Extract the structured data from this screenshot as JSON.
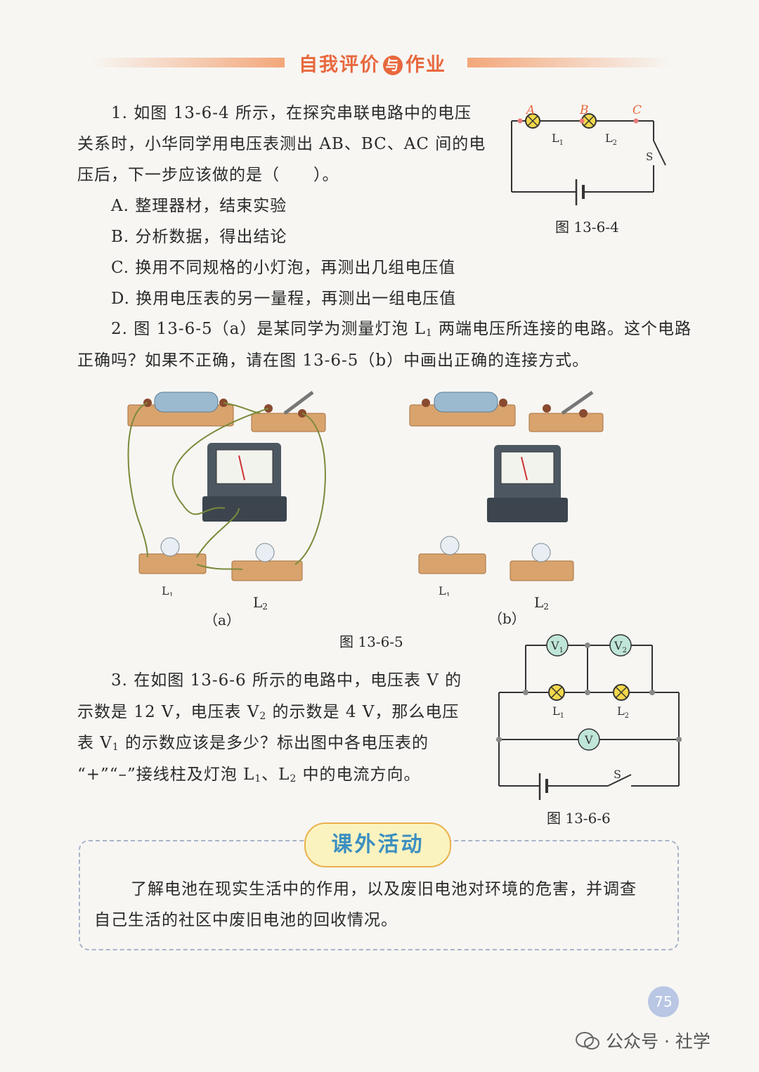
{
  "header": {
    "title_left": "自我评价",
    "title_mid": "与",
    "title_right": "作业"
  },
  "q1": {
    "lines": [
      "1. 如图 13-6-4 所示，在探究串联电路中的电压",
      "关系时，小华同学用电压表测出 AB、BC、AC 间的电",
      "压后，下一步应该做的是（　　）。"
    ],
    "options": [
      "A. 整理器材，结束实验",
      "B. 分析数据，得出结论",
      "C. 换用不同规格的小灯泡，再测出几组电压值",
      "D. 换用电压表的另一量程，再测出一组电压值"
    ]
  },
  "fig1": {
    "caption": "图 13-6-4",
    "label_a": "A",
    "label_b": "B",
    "label_c": "C",
    "label_l1": "L",
    "label_l1_sub": "1",
    "label_l2": "L",
    "label_l2_sub": "2",
    "label_s": "S"
  },
  "q2": {
    "line1_pre": "2. 图 13-6-5（a）是某同学为测量灯泡 L",
    "line1_sub": "1",
    "line1_post": " 两端电压所连接的电路。这个电路",
    "line2": "正确吗？如果不正确，请在图 13-6-5（b）中画出正确的连接方式。"
  },
  "fig2": {
    "caption": "图 13-6-5",
    "sub_a": "（a）",
    "sub_b": "（b）",
    "l1": "L",
    "l1_sub": "1",
    "l2": "L",
    "l2_sub": "2"
  },
  "q3": {
    "line1": "3. 在如图 13-6-6 所示的电路中，电压表 V 的",
    "line2_pre": "示数是 12 V，电压表 V",
    "line2_sub": "2",
    "line2_post": " 的示数是 4 V，那么电压",
    "line3_pre": "表 V",
    "line3_sub": "1",
    "line3_post": " 的示数应该是多少？标出图中各电压表的",
    "line4_a": "“+”“–”接线柱及灯泡 L",
    "line4_sub1": "1",
    "line4_b": "、L",
    "line4_sub2": "2",
    "line4_c": " 中的电流方向。"
  },
  "fig3": {
    "caption": "图 13-6-6",
    "v1": "V",
    "v1_sub": "1",
    "v2": "V",
    "v2_sub": "2",
    "v": "V",
    "l1": "L",
    "l1_sub": "1",
    "l2": "L",
    "l2_sub": "2",
    "s": "S"
  },
  "activity": {
    "title": "课外活动",
    "line1": "了解电池在现实生活中的作用，以及废旧电池对环境的危害，并调查",
    "line2": "自己生活的社区中废旧电池的回收情况。"
  },
  "page_number": "75",
  "watermark": "公众号 · 社学",
  "colors": {
    "accent": "#e8683e",
    "lamp": "#f3d84a",
    "wire": "#333333",
    "meter": "#bfe6d8"
  }
}
